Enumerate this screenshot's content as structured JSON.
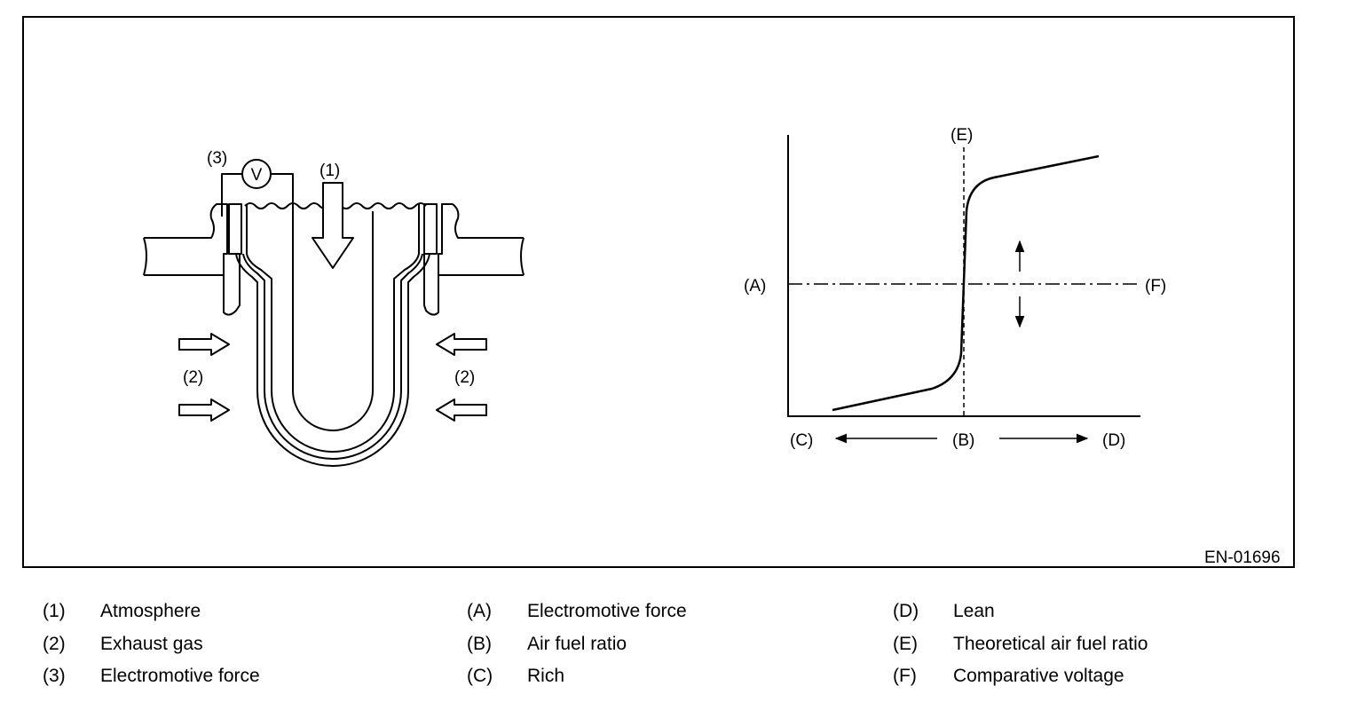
{
  "figure_id": "EN-01696",
  "sensor": {
    "label_1": "(1)",
    "label_2": "(2)",
    "label_3": "(3)",
    "voltmeter_symbol": "V"
  },
  "graph": {
    "label_A": "(A)",
    "label_B": "(B)",
    "label_C": "(C)",
    "label_D": "(D)",
    "label_E": "(E)",
    "label_F": "(F)"
  },
  "legend": {
    "col1": [
      {
        "key": "(1)",
        "text": "Atmosphere"
      },
      {
        "key": "(2)",
        "text": "Exhaust gas"
      },
      {
        "key": "(3)",
        "text": "Electromotive force"
      }
    ],
    "col2": [
      {
        "key": "(A)",
        "text": "Electromotive force"
      },
      {
        "key": "(B)",
        "text": "Air fuel ratio"
      },
      {
        "key": "(C)",
        "text": "Rich"
      }
    ],
    "col3": [
      {
        "key": "(D)",
        "text": "Lean"
      },
      {
        "key": "(E)",
        "text": "Theoretical air fuel ratio"
      },
      {
        "key": "(F)",
        "text": "Comparative voltage"
      }
    ]
  }
}
